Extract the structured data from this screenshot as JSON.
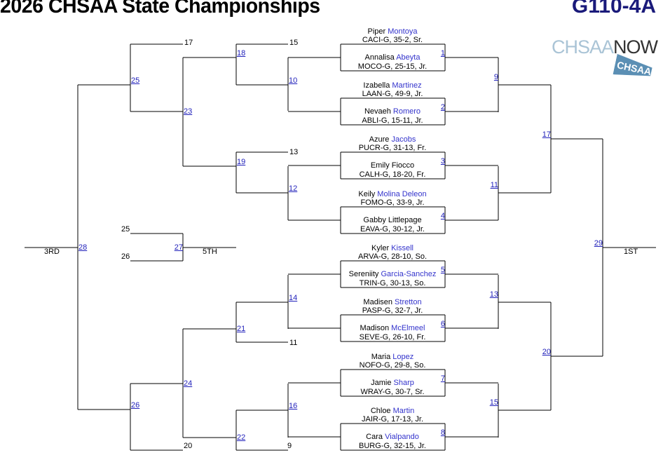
{
  "header": {
    "title": "2026 CHSAA State Championships",
    "division": "G110-4A",
    "logo_text": "CHSAANOW",
    "logo_badge": "CHSAA"
  },
  "first_round": [
    {
      "match": "1",
      "top": {
        "first": "Piper",
        "last": "Montoya",
        "school": "CACI-G, 35-2, Sr."
      },
      "bottom": {
        "first": "Annalisa",
        "last": "Abeyta",
        "school": "MOCO-G, 25-15, Jr."
      }
    },
    {
      "match": "2",
      "top": {
        "first": "Izabella",
        "last": "Martinez",
        "school": "LAAN-G, 49-9, Jr."
      },
      "bottom": {
        "first": "Nevaeh",
        "last": "Romero",
        "school": "ABLI-G, 15-11, Jr."
      }
    },
    {
      "match": "3",
      "top": {
        "first": "Azure",
        "last": "Jacobs",
        "school": "PUCR-G, 31-13, Fr."
      },
      "bottom": {
        "first": "Emily Fiocco",
        "last": "",
        "school": "CALH-G, 18-20, Fr."
      }
    },
    {
      "match": "4",
      "top": {
        "first": "Keily",
        "last": "Molina Deleon",
        "school": "FOMO-G, 33-9, Jr."
      },
      "bottom": {
        "first": "Gabby Littlepage",
        "last": "",
        "school": "EAVA-G, 30-12, Jr."
      }
    },
    {
      "match": "5",
      "top": {
        "first": "Kyler",
        "last": "Kissell",
        "school": "ARVA-G, 28-10, So."
      },
      "bottom": {
        "first": "Sereniity",
        "last": "Garcia-Sanchez",
        "school": "TRIN-G, 30-13, So."
      }
    },
    {
      "match": "6",
      "top": {
        "first": "Madisen",
        "last": "Stretton",
        "school": "PASP-G, 32-7, Jr."
      },
      "bottom": {
        "first": "Madison",
        "last": "McElmeel",
        "school": "SEVE-G, 26-10, Fr."
      }
    },
    {
      "match": "7",
      "top": {
        "first": "Maria",
        "last": "Lopez",
        "school": "NOFO-G, 29-8, So."
      },
      "bottom": {
        "first": "Jamie",
        "last": "Sharp",
        "school": "WRAY-G, 30-7, Sr."
      }
    },
    {
      "match": "8",
      "top": {
        "first": "Chloe",
        "last": "Martin",
        "school": "JAIR-G, 17-13, Jr."
      },
      "bottom": {
        "first": "Cara",
        "last": "Vialpando",
        "school": "BURG-G, 32-15, Jr."
      }
    }
  ],
  "bout_numbers": [
    "9",
    "10",
    "11",
    "12",
    "13",
    "14",
    "15",
    "16",
    "17",
    "18",
    "19",
    "20",
    "21",
    "22",
    "23",
    "24",
    "25",
    "26",
    "27",
    "28",
    "29"
  ],
  "loser_from": {
    "a17": "17",
    "a15": "15",
    "a13": "13",
    "a25": "25",
    "a26": "26",
    "a11": "11",
    "a20": "20",
    "a9": "9"
  },
  "places": {
    "first": "1ST",
    "third": "3RD",
    "fifth": "5TH"
  }
}
